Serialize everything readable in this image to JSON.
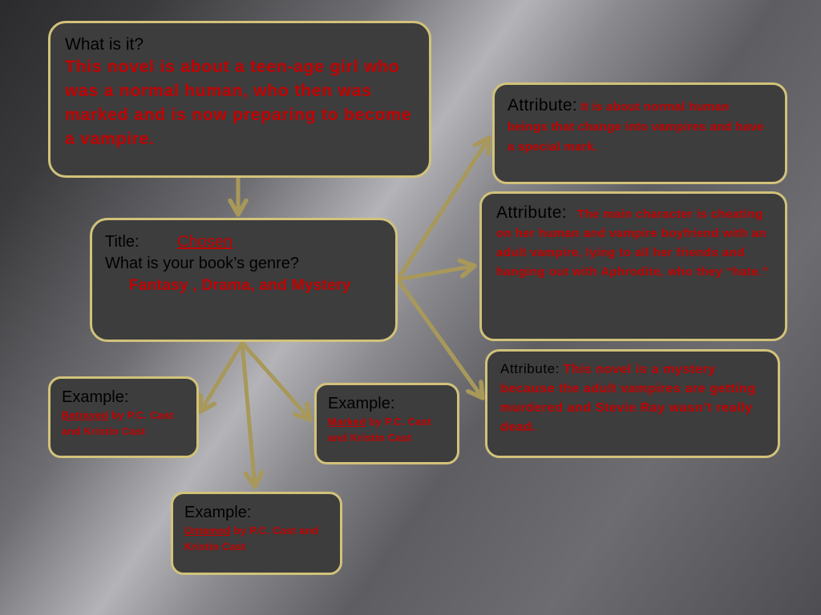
{
  "what_is_it": {
    "label": "What is it?",
    "text": "This novel is about a  teen-age girl who was a normal human, who then was marked and is now preparing to become a vampire."
  },
  "center": {
    "title_label": "Title:",
    "title_value": "Chosen",
    "genre_question": "What is your book’s genre?",
    "genre_value": "Fantasy , Drama, and Mystery"
  },
  "attributes": [
    {
      "label": "Attribute:",
      "text": "It is about normal human beings that change into vampires and have a special mark."
    },
    {
      "label": "Attribute:",
      "text": "The main character is cheating on her human and vampire boyfriend with an adult vampire, lying to all her friends and hanging out with Aphrodite, who they “hate.”"
    },
    {
      "label": "Attribute:",
      "text": "This novel is a mystery because the adult vampires are getting murdered and Stevie Ray wasn’t really dead."
    }
  ],
  "examples": [
    {
      "label": "Example:",
      "title": "Betrayed",
      "author": " by P.C. Cast and Kristin Cast"
    },
    {
      "label": "Example:",
      "title": "Marked",
      "author": " by P.C. Cast and Kristin Cast"
    },
    {
      "label": "Example:",
      "title": "Untamed",
      "author": " by P.C. Cast and Kristin Cast"
    }
  ],
  "colors": {
    "box_fill": "#3d3d3d",
    "box_border": "#d2c27a",
    "arrow": "#a8985a",
    "emphasis": "#c40000"
  }
}
